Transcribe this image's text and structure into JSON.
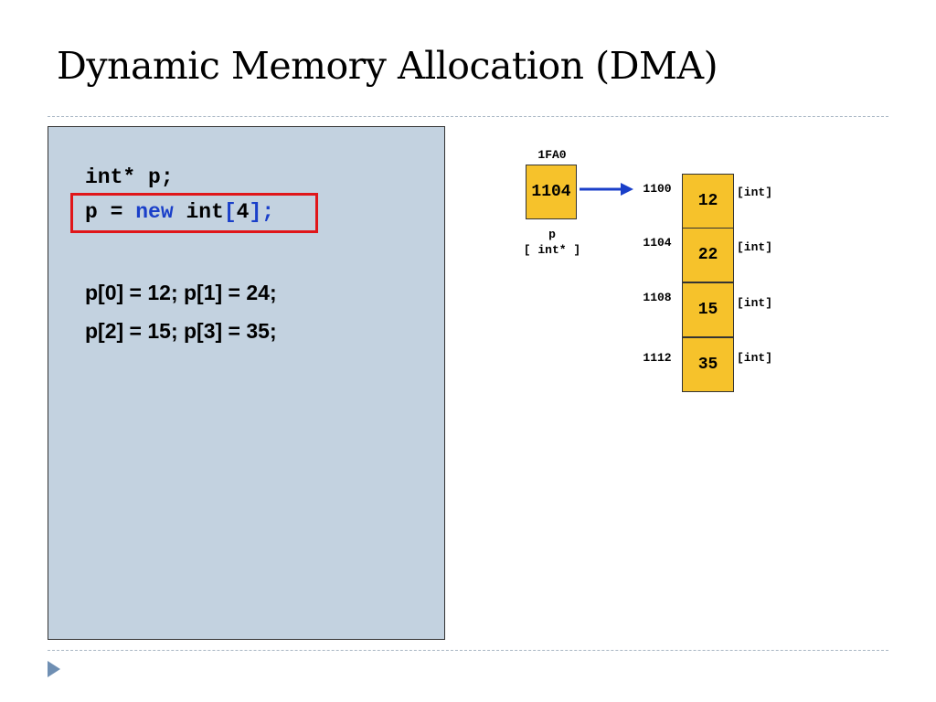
{
  "slide": {
    "title": "Dynamic Memory Allocation (DMA)"
  },
  "code": {
    "line1": "int* p;",
    "line2": {
      "prefix": "p = ",
      "keyword": "new",
      "type": " int",
      "open_bracket": "[",
      "size": "4",
      "close_bracket": "]",
      "end": ";"
    },
    "assign1": "p[0] = 12; p[1] = 24;",
    "assign2": "p[2] = 15; p[3] = 35;"
  },
  "pointer": {
    "address": "1FA0",
    "value": "1104",
    "name": "p",
    "type": "[ int* ]"
  },
  "memory": [
    {
      "address": "1100",
      "value": "12",
      "type": "[int]"
    },
    {
      "address": "1104",
      "value": "22",
      "type": "[int]"
    },
    {
      "address": "1108",
      "value": "15",
      "type": "[int]"
    },
    {
      "address": "1112",
      "value": "35",
      "type": "[int]"
    }
  ],
  "colors": {
    "cell_fill": "#f6c22b",
    "panel_fill": "#c3d2e0",
    "keyword": "#1a3fc9",
    "highlight": "#e0161a",
    "arrow": "#1a3fc9"
  }
}
